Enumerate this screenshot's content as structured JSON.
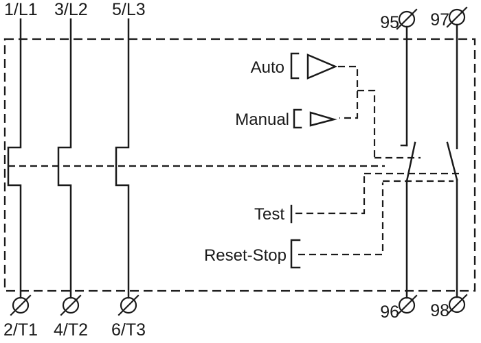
{
  "labels": {
    "pole1_top": "1/L1",
    "pole2_top": "3/L2",
    "pole3_top": "5/L3",
    "pole1_bottom": "2/T1",
    "pole2_bottom": "4/T2",
    "pole3_bottom": "6/T3",
    "aux_nc_top": "95",
    "aux_no_top": "97",
    "aux_nc_bottom": "96",
    "aux_no_bottom": "98"
  },
  "controls": {
    "auto": "Auto",
    "manual": "Manual",
    "test": "Test",
    "reset_stop": "Reset-Stop"
  },
  "colors": {
    "line": "#1a1a1a",
    "background": "#ffffff"
  }
}
